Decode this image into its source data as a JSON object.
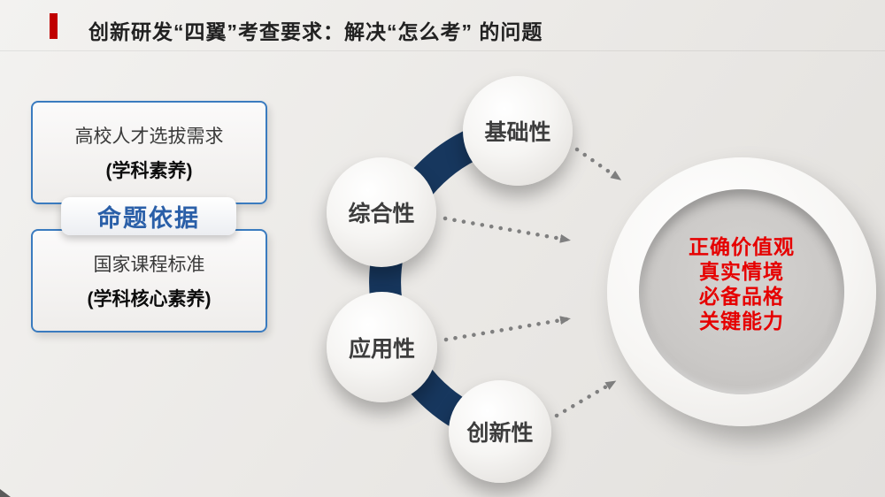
{
  "slide": {
    "title": "创新研发“四翼”考查要求：解决“怎么考” 的问题"
  },
  "left_panel": {
    "top_box": {
      "line1": "高校人才选拔需求",
      "line2": "(学科素养)"
    },
    "badge": "命题依据",
    "bottom_box": {
      "line1": "国家课程标准",
      "line2": "(学科核心素养)"
    }
  },
  "wings": [
    {
      "label": "基础性"
    },
    {
      "label": "综合性"
    },
    {
      "label": "应用性"
    },
    {
      "label": "创新性"
    }
  ],
  "target": {
    "lines": [
      "正确价值观",
      "真实情境",
      "必备品格",
      "关键能力"
    ]
  },
  "colors": {
    "accent-red": "#c00000",
    "title-text": "#212121",
    "box-border-blue": "#3a7bbf",
    "badge-blue": "#2a5fa8",
    "arc-navy": "#17375e",
    "wing-text": "#3d3d3d",
    "arrow-gray": "#7f7f7f",
    "target-red": "#e60000"
  }
}
